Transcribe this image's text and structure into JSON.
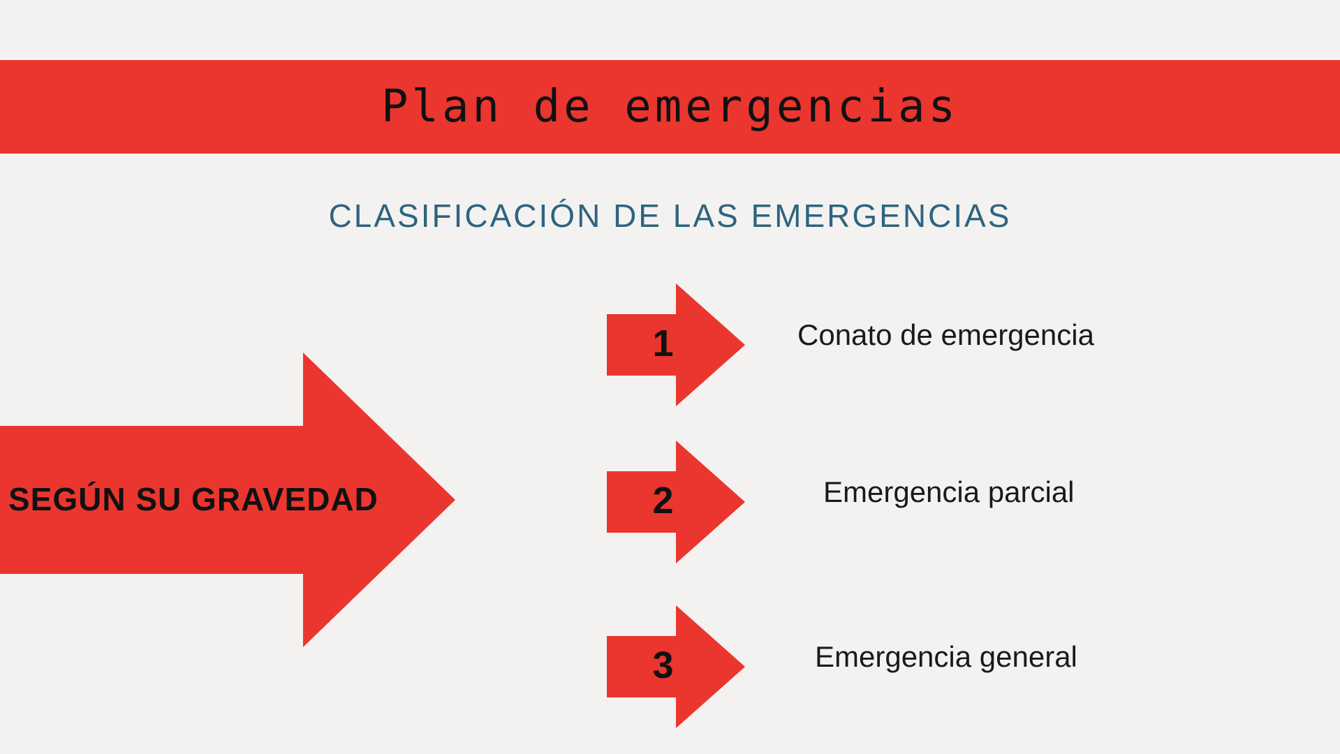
{
  "banner": {
    "title": "Plan de emergencias"
  },
  "subtitle": "CLASIFICACIÓN DE LAS EMERGENCIAS",
  "big_arrow_label": "SEGÚN SU GRAVEDAD",
  "items": [
    {
      "number": "1",
      "label": "Conato de emergencia"
    },
    {
      "number": "2",
      "label": "Emergencia parcial"
    },
    {
      "number": "3",
      "label": "Emergencia general"
    }
  ],
  "colors": {
    "accent_red": "#ea362e",
    "subtitle_blue": "#2e647f",
    "background": "#f3f2f0",
    "text": "#141414"
  }
}
